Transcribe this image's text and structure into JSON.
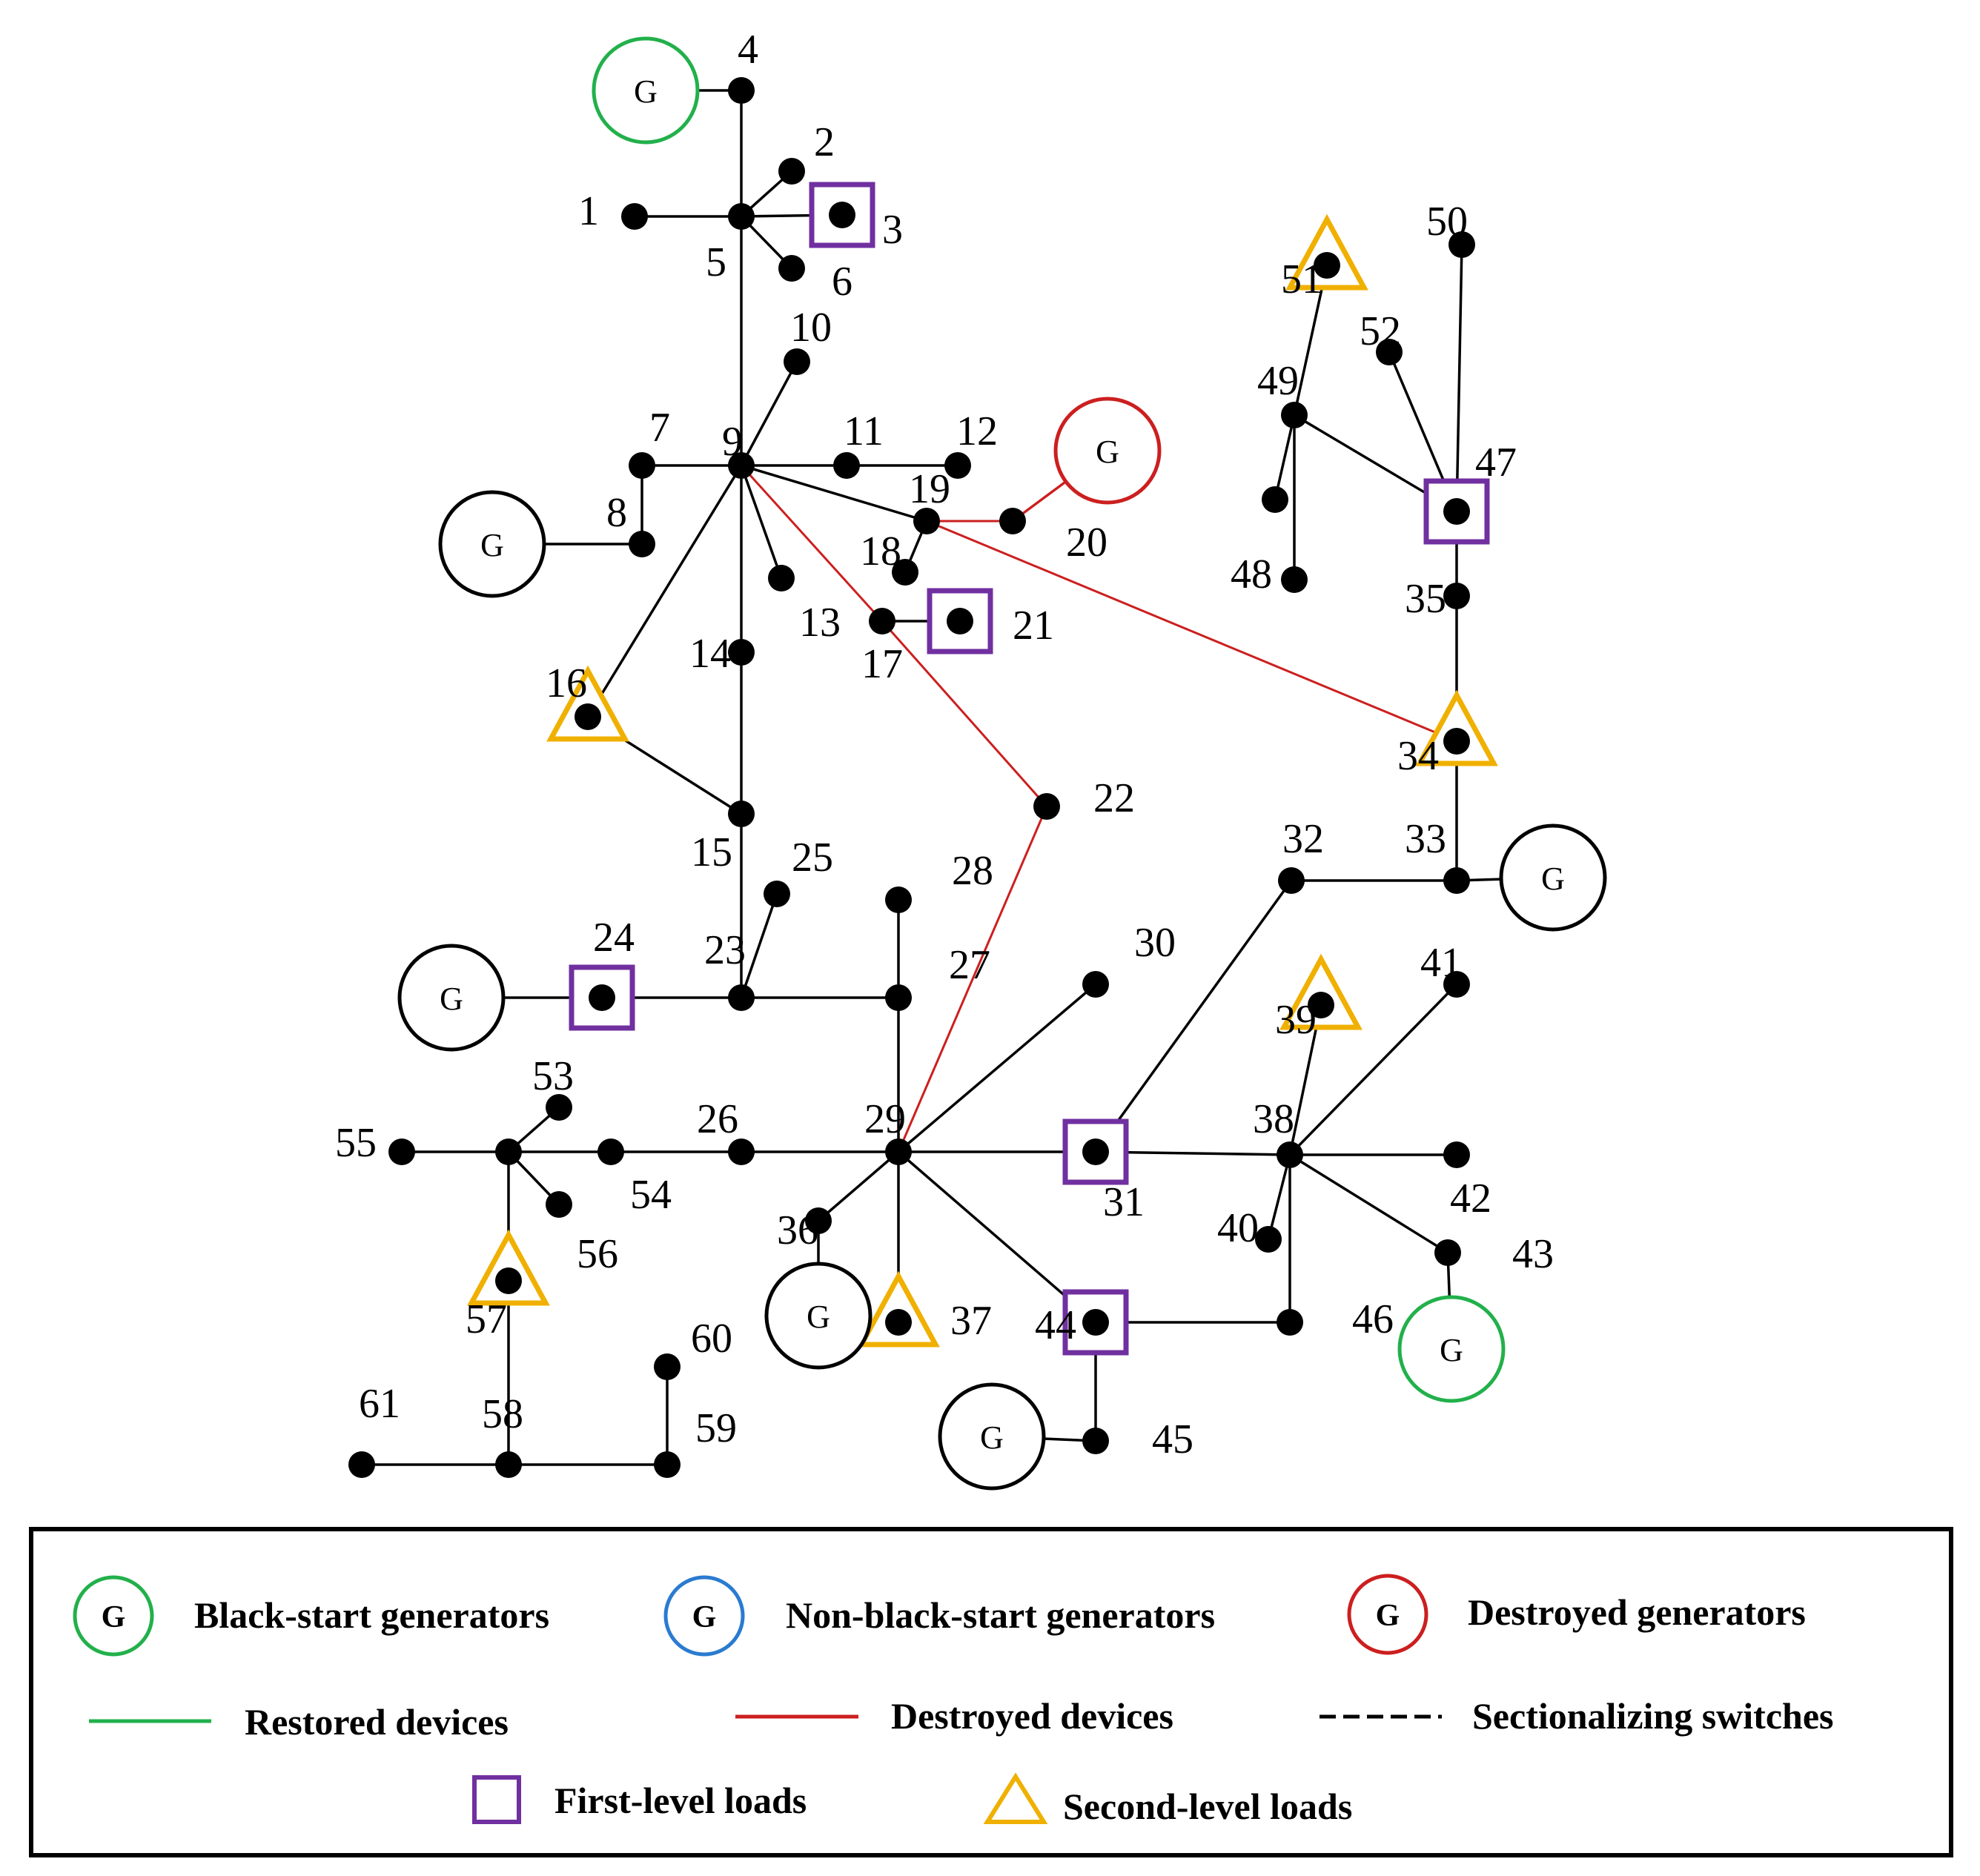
{
  "colors": {
    "line": "#000000",
    "destroyed": "#cc1f1f",
    "black_start": "#22b04b",
    "non_black_start": "#2a7bd0",
    "normal_gen": "#000000",
    "first_level": "#7030a0",
    "second_level": "#f0b000"
  },
  "generator_symbol": "G",
  "nodes": [
    {
      "id": "1",
      "label": "1"
    },
    {
      "id": "2",
      "label": "2"
    },
    {
      "id": "3",
      "label": "3"
    },
    {
      "id": "4",
      "label": "4"
    },
    {
      "id": "5",
      "label": "5"
    },
    {
      "id": "6",
      "label": "6"
    },
    {
      "id": "7",
      "label": "7"
    },
    {
      "id": "8",
      "label": "8"
    },
    {
      "id": "9",
      "label": "9"
    },
    {
      "id": "10",
      "label": "10"
    },
    {
      "id": "11",
      "label": "11"
    },
    {
      "id": "12",
      "label": "12"
    },
    {
      "id": "13",
      "label": "13"
    },
    {
      "id": "14",
      "label": "14"
    },
    {
      "id": "15",
      "label": "15"
    },
    {
      "id": "16",
      "label": "16"
    },
    {
      "id": "17",
      "label": "17"
    },
    {
      "id": "18",
      "label": "18"
    },
    {
      "id": "19",
      "label": "19"
    },
    {
      "id": "20",
      "label": "20"
    },
    {
      "id": "21",
      "label": "21"
    },
    {
      "id": "22",
      "label": "22"
    },
    {
      "id": "23",
      "label": "23"
    },
    {
      "id": "24",
      "label": "24"
    },
    {
      "id": "25",
      "label": "25"
    },
    {
      "id": "26",
      "label": "26"
    },
    {
      "id": "27",
      "label": "27"
    },
    {
      "id": "28",
      "label": "28"
    },
    {
      "id": "29",
      "label": "29"
    },
    {
      "id": "30",
      "label": "30"
    },
    {
      "id": "31",
      "label": "31"
    },
    {
      "id": "32",
      "label": "32"
    },
    {
      "id": "33",
      "label": "33"
    },
    {
      "id": "34",
      "label": "34"
    },
    {
      "id": "35",
      "label": "35"
    },
    {
      "id": "36",
      "label": "36"
    },
    {
      "id": "37",
      "label": "37"
    },
    {
      "id": "38",
      "label": "38"
    },
    {
      "id": "39",
      "label": "39"
    },
    {
      "id": "40",
      "label": "40"
    },
    {
      "id": "41",
      "label": "41"
    },
    {
      "id": "42",
      "label": "42"
    },
    {
      "id": "43",
      "label": "43"
    },
    {
      "id": "44",
      "label": "44"
    },
    {
      "id": "45",
      "label": "45"
    },
    {
      "id": "46",
      "label": "46"
    },
    {
      "id": "47",
      "label": "47"
    },
    {
      "id": "48",
      "label": "48"
    },
    {
      "id": "49",
      "label": "49"
    },
    {
      "id": "50",
      "label": "50"
    },
    {
      "id": "51",
      "label": "51"
    },
    {
      "id": "52",
      "label": "52"
    },
    {
      "id": "53",
      "label": "53"
    },
    {
      "id": "54",
      "label": "54"
    },
    {
      "id": "55",
      "label": "55"
    },
    {
      "id": "56",
      "label": "56"
    },
    {
      "id": "57",
      "label": "57"
    },
    {
      "id": "58",
      "label": "58"
    },
    {
      "id": "59",
      "label": "59"
    },
    {
      "id": "60",
      "label": "60"
    },
    {
      "id": "61",
      "label": "61"
    }
  ],
  "edges": [
    {
      "from": "4",
      "to": "5",
      "status": "normal"
    },
    {
      "from": "5",
      "to": "1",
      "status": "normal"
    },
    {
      "from": "5",
      "to": "2",
      "status": "normal"
    },
    {
      "from": "5",
      "to": "3",
      "status": "normal"
    },
    {
      "from": "5",
      "to": "6",
      "status": "normal"
    },
    {
      "from": "5",
      "to": "9",
      "status": "normal"
    },
    {
      "from": "9",
      "to": "10",
      "status": "normal"
    },
    {
      "from": "9",
      "to": "7",
      "status": "normal"
    },
    {
      "from": "7",
      "to": "8",
      "status": "normal"
    },
    {
      "from": "9",
      "to": "11",
      "status": "normal"
    },
    {
      "from": "11",
      "to": "12",
      "status": "normal"
    },
    {
      "from": "9",
      "to": "19",
      "status": "normal"
    },
    {
      "from": "9",
      "to": "13",
      "status": "normal"
    },
    {
      "from": "9",
      "to": "14",
      "status": "normal"
    },
    {
      "from": "9",
      "to": "16",
      "status": "normal"
    },
    {
      "from": "9",
      "to": "17",
      "status": "destroyed"
    },
    {
      "from": "19",
      "to": "18",
      "status": "normal"
    },
    {
      "from": "19",
      "to": "20",
      "status": "destroyed"
    },
    {
      "from": "19",
      "to": "34",
      "status": "destroyed"
    },
    {
      "from": "17",
      "to": "21",
      "status": "normal"
    },
    {
      "from": "17",
      "to": "22",
      "status": "destroyed"
    },
    {
      "from": "22",
      "to": "29",
      "status": "destroyed"
    },
    {
      "from": "14",
      "to": "15",
      "status": "normal"
    },
    {
      "from": "16",
      "to": "15",
      "status": "normal"
    },
    {
      "from": "15",
      "to": "23",
      "status": "normal"
    },
    {
      "from": "23",
      "to": "25",
      "status": "normal"
    },
    {
      "from": "23",
      "to": "24",
      "status": "normal"
    },
    {
      "from": "23",
      "to": "27",
      "status": "normal"
    },
    {
      "from": "27",
      "to": "28",
      "status": "normal"
    },
    {
      "from": "27",
      "to": "29",
      "status": "normal"
    },
    {
      "from": "29",
      "to": "26",
      "status": "normal"
    },
    {
      "from": "26",
      "to": "54",
      "status": "normal"
    },
    {
      "from": "54",
      "to": "55",
      "status": "normal"
    },
    {
      "from": "53",
      "to": "54x",
      "status": "normal"
    },
    {
      "from": "54x",
      "to": "56",
      "status": "normal"
    },
    {
      "from": "54x",
      "to": "57",
      "status": "normal"
    },
    {
      "from": "57",
      "to": "58",
      "status": "normal"
    },
    {
      "from": "58",
      "to": "61",
      "status": "normal"
    },
    {
      "from": "58",
      "to": "59",
      "status": "normal"
    },
    {
      "from": "59",
      "to": "60",
      "status": "normal"
    },
    {
      "from": "29",
      "to": "30",
      "status": "normal"
    },
    {
      "from": "29",
      "to": "31",
      "status": "normal"
    },
    {
      "from": "29",
      "to": "36",
      "status": "normal"
    },
    {
      "from": "29",
      "to": "37",
      "status": "normal"
    },
    {
      "from": "29",
      "to": "44",
      "status": "normal"
    },
    {
      "from": "44",
      "to": "45",
      "status": "normal"
    },
    {
      "from": "44",
      "to": "46",
      "status": "normal"
    },
    {
      "from": "46",
      "to": "38",
      "status": "normal"
    },
    {
      "from": "31",
      "to": "38",
      "status": "normal"
    },
    {
      "from": "31",
      "to": "32",
      "status": "normal"
    },
    {
      "from": "32",
      "to": "33",
      "status": "normal"
    },
    {
      "from": "33",
      "to": "34",
      "status": "normal"
    },
    {
      "from": "34",
      "to": "35",
      "status": "normal"
    },
    {
      "from": "35",
      "to": "47",
      "status": "normal"
    },
    {
      "from": "47",
      "to": "50",
      "status": "normal"
    },
    {
      "from": "47",
      "to": "52",
      "status": "normal"
    },
    {
      "from": "47",
      "to": "49",
      "status": "normal"
    },
    {
      "from": "49",
      "to": "51",
      "status": "normal"
    },
    {
      "from": "49",
      "to": "48",
      "status": "normal"
    },
    {
      "from": "49",
      "to": "48b",
      "status": "normal"
    },
    {
      "from": "38",
      "to": "39",
      "status": "normal"
    },
    {
      "from": "38",
      "to": "41",
      "status": "normal"
    },
    {
      "from": "38",
      "to": "42",
      "status": "normal"
    },
    {
      "from": "38",
      "to": "43",
      "status": "normal"
    },
    {
      "from": "38",
      "to": "40",
      "status": "normal"
    }
  ],
  "generators": [
    {
      "id": "gen-4",
      "attached_to": "4",
      "type": "black-start"
    },
    {
      "id": "gen-8",
      "attached_to": "8",
      "type": "normal"
    },
    {
      "id": "gen-20",
      "attached_to": "20",
      "type": "destroyed"
    },
    {
      "id": "gen-24",
      "attached_to": "24",
      "type": "normal"
    },
    {
      "id": "gen-33",
      "attached_to": "33",
      "type": "normal"
    },
    {
      "id": "gen-36",
      "attached_to": "36",
      "type": "normal"
    },
    {
      "id": "gen-43",
      "attached_to": "43",
      "type": "black-start"
    },
    {
      "id": "gen-45",
      "attached_to": "45",
      "type": "normal"
    }
  ],
  "first_level_loads": [
    "3",
    "21",
    "24",
    "31",
    "44",
    "47"
  ],
  "second_level_loads": [
    "16",
    "34",
    "37",
    "39",
    "51",
    "57"
  ],
  "legend": {
    "black_start": "Black-start generators",
    "non_black_start": "Non-black-start generators",
    "destroyed_gen": "Destroyed generators",
    "restored": "Restored devices",
    "destroyed_dev": "Destroyed devices",
    "switches": "Sectionalizing switches",
    "first_level": "First-level loads",
    "second_level": "Second-level loads"
  }
}
